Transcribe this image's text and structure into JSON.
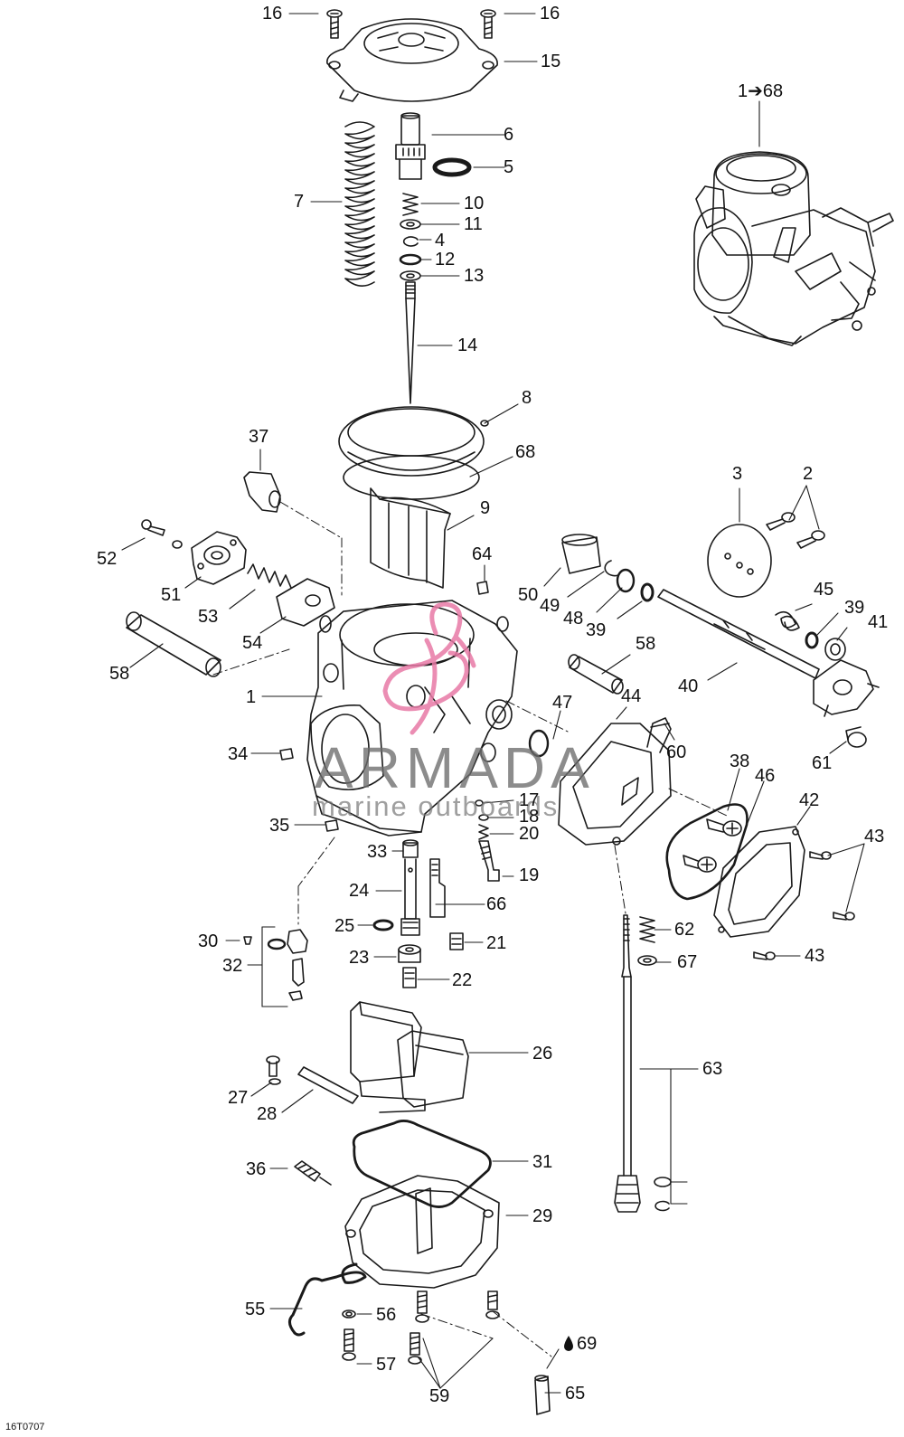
{
  "diagram": {
    "code": "16T0707",
    "assembly_label": "1➔68",
    "watermark": {
      "brand": "ARMADA",
      "tagline": "marine outboards",
      "accent_color": "#e87aa6"
    },
    "callouts": [
      {
        "id": "c16a",
        "text": "16"
      },
      {
        "id": "c16b",
        "text": "16"
      },
      {
        "id": "c15",
        "text": "15"
      },
      {
        "id": "c6",
        "text": "6"
      },
      {
        "id": "c5",
        "text": "5"
      },
      {
        "id": "c7",
        "text": "7"
      },
      {
        "id": "c10",
        "text": "10"
      },
      {
        "id": "c11",
        "text": "11"
      },
      {
        "id": "c4",
        "text": "4"
      },
      {
        "id": "c12",
        "text": "12"
      },
      {
        "id": "c13",
        "text": "13"
      },
      {
        "id": "c14",
        "text": "14"
      },
      {
        "id": "c8",
        "text": "8"
      },
      {
        "id": "c37",
        "text": "37"
      },
      {
        "id": "c68",
        "text": "68"
      },
      {
        "id": "c9",
        "text": "9"
      },
      {
        "id": "c3",
        "text": "3"
      },
      {
        "id": "c2",
        "text": "2"
      },
      {
        "id": "c52",
        "text": "52"
      },
      {
        "id": "c64",
        "text": "64"
      },
      {
        "id": "c51",
        "text": "51"
      },
      {
        "id": "c50",
        "text": "50"
      },
      {
        "id": "c49",
        "text": "49"
      },
      {
        "id": "c48",
        "text": "48"
      },
      {
        "id": "c39a",
        "text": "39"
      },
      {
        "id": "c45",
        "text": "45"
      },
      {
        "id": "c39b",
        "text": "39"
      },
      {
        "id": "c41",
        "text": "41"
      },
      {
        "id": "c53",
        "text": "53"
      },
      {
        "id": "c54",
        "text": "54"
      },
      {
        "id": "c58a",
        "text": "58"
      },
      {
        "id": "c58b",
        "text": "58"
      },
      {
        "id": "c40",
        "text": "40"
      },
      {
        "id": "c1",
        "text": "1"
      },
      {
        "id": "c47",
        "text": "47"
      },
      {
        "id": "c44",
        "text": "44"
      },
      {
        "id": "c60",
        "text": "60"
      },
      {
        "id": "c61",
        "text": "61"
      },
      {
        "id": "c34",
        "text": "34"
      },
      {
        "id": "c38",
        "text": "38"
      },
      {
        "id": "c46",
        "text": "46"
      },
      {
        "id": "c17",
        "text": "17"
      },
      {
        "id": "c42",
        "text": "42"
      },
      {
        "id": "c18",
        "text": "18"
      },
      {
        "id": "c35",
        "text": "35"
      },
      {
        "id": "c20",
        "text": "20"
      },
      {
        "id": "c43a",
        "text": "43"
      },
      {
        "id": "c33",
        "text": "33"
      },
      {
        "id": "c19",
        "text": "19"
      },
      {
        "id": "c24",
        "text": "24"
      },
      {
        "id": "c66",
        "text": "66"
      },
      {
        "id": "c62",
        "text": "62"
      },
      {
        "id": "c30",
        "text": "30"
      },
      {
        "id": "c25",
        "text": "25"
      },
      {
        "id": "c21",
        "text": "21"
      },
      {
        "id": "c43b",
        "text": "43"
      },
      {
        "id": "c32",
        "text": "32"
      },
      {
        "id": "c23",
        "text": "23"
      },
      {
        "id": "c67",
        "text": "67"
      },
      {
        "id": "c22",
        "text": "22"
      },
      {
        "id": "c26",
        "text": "26"
      },
      {
        "id": "c63",
        "text": "63"
      },
      {
        "id": "c27",
        "text": "27"
      },
      {
        "id": "c28",
        "text": "28"
      },
      {
        "id": "c31",
        "text": "31"
      },
      {
        "id": "c36",
        "text": "36"
      },
      {
        "id": "c29",
        "text": "29"
      },
      {
        "id": "c55",
        "text": "55"
      },
      {
        "id": "c56",
        "text": "56"
      },
      {
        "id": "c69",
        "text": "69"
      },
      {
        "id": "c57",
        "text": "57"
      },
      {
        "id": "c65",
        "text": "65"
      },
      {
        "id": "c59",
        "text": "59"
      }
    ]
  }
}
